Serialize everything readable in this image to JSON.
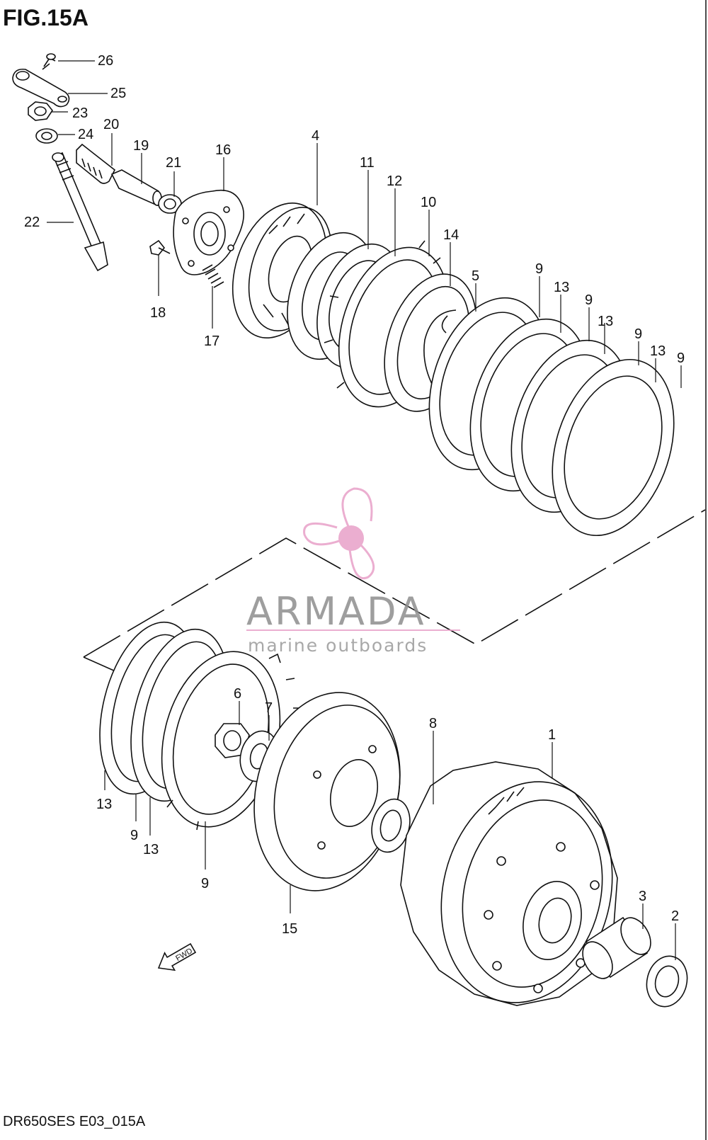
{
  "figure": {
    "title": "FIG.15A",
    "footer": "DR650SES E03_015A"
  },
  "watermark": {
    "brand": "ARMADA",
    "tagline": "marine outboards",
    "logo_color": "#e8a0c8"
  },
  "callouts": [
    {
      "id": "c26",
      "label": "26"
    },
    {
      "id": "c25",
      "label": "25"
    },
    {
      "id": "c23",
      "label": "23"
    },
    {
      "id": "c24",
      "label": "24"
    },
    {
      "id": "c20",
      "label": "20"
    },
    {
      "id": "c19",
      "label": "19"
    },
    {
      "id": "c21",
      "label": "21"
    },
    {
      "id": "c16",
      "label": "16"
    },
    {
      "id": "c4",
      "label": "4"
    },
    {
      "id": "c11",
      "label": "11"
    },
    {
      "id": "c12",
      "label": "12"
    },
    {
      "id": "c10",
      "label": "10"
    },
    {
      "id": "c14",
      "label": "14"
    },
    {
      "id": "c5",
      "label": "5"
    },
    {
      "id": "c22",
      "label": "22"
    },
    {
      "id": "c18",
      "label": "18"
    },
    {
      "id": "c17",
      "label": "17"
    },
    {
      "id": "c9a",
      "label": "9"
    },
    {
      "id": "c13a",
      "label": "13"
    },
    {
      "id": "c9b",
      "label": "9"
    },
    {
      "id": "c13b",
      "label": "13"
    },
    {
      "id": "c9c",
      "label": "9"
    },
    {
      "id": "c13c",
      "label": "13"
    },
    {
      "id": "c9d",
      "label": "9"
    },
    {
      "id": "c6",
      "label": "6"
    },
    {
      "id": "c7",
      "label": "7"
    },
    {
      "id": "c8",
      "label": "8"
    },
    {
      "id": "c1",
      "label": "1"
    },
    {
      "id": "c13d",
      "label": "13"
    },
    {
      "id": "c9e",
      "label": "9"
    },
    {
      "id": "c13e",
      "label": "13"
    },
    {
      "id": "c9f",
      "label": "9"
    },
    {
      "id": "c15",
      "label": "15"
    },
    {
      "id": "c3",
      "label": "3"
    },
    {
      "id": "c2",
      "label": "2"
    }
  ],
  "direction_marker": "FWD"
}
